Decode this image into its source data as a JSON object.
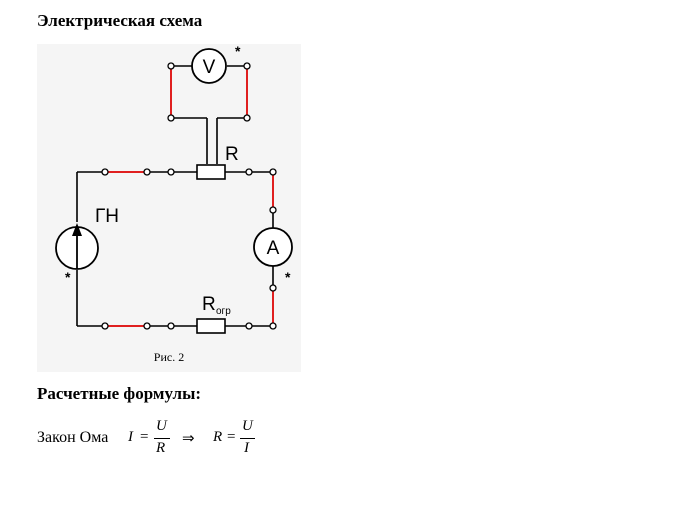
{
  "headings": {
    "circuit": "Электрическая схема",
    "formulas": "Расчетные формулы:"
  },
  "figure": {
    "caption": "Рис. 2",
    "labels": {
      "voltmeter": "V",
      "ammeter": "A",
      "resistor": "R",
      "generator": "ГН",
      "limit_resistor_main": "R",
      "limit_resistor_sub": "огр",
      "star": "*"
    },
    "colors": {
      "wire": "#000000",
      "jumper": "#e02020",
      "background": "#f5f5f5"
    }
  },
  "formula": {
    "label": "Закон Ома",
    "lhs1": "I",
    "eq": "=",
    "num1": "U",
    "den1": "R",
    "implies": "⇒",
    "lhs2": "R",
    "num2": "U",
    "den2": "I"
  }
}
